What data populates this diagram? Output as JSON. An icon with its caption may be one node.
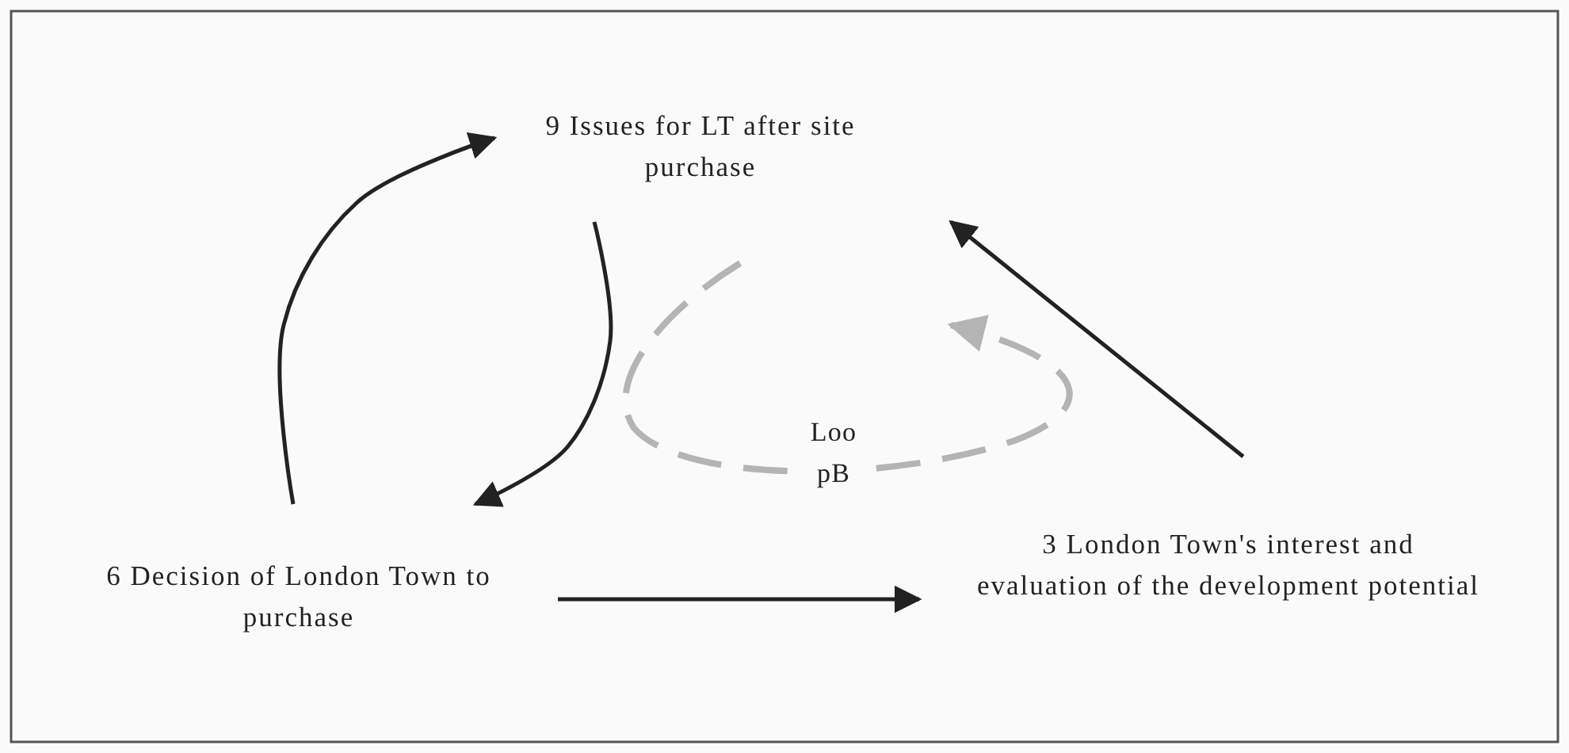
{
  "diagram": {
    "nodes": [
      {
        "text": [
          "9 Issues for LT after site purchase"
        ]
      },
      {
        "text": [
          "6 Decision of London Town to purchase"
        ]
      },
      {
        "text": [
          "3 London Town's interest and evaluation of the development potential"
        ]
      }
    ],
    "edges": [
      {
        "from": 1,
        "to": 0,
        "arrow": "to"
      },
      {
        "from": 0,
        "to": 1,
        "arrow": "to"
      },
      {
        "from": 1,
        "to": 2,
        "arrow": "to"
      },
      {
        "from": 2,
        "to": 0,
        "arrow": "to"
      }
    ],
    "labels": [
      "Loo pB"
    ]
  }
}
